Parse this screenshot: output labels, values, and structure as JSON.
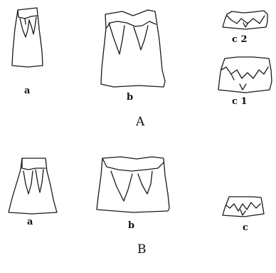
{
  "figure": {
    "group_a": {
      "label": "A",
      "items": [
        {
          "id": "a",
          "label": "a"
        },
        {
          "id": "b",
          "label": "b"
        },
        {
          "id": "c2",
          "label": "c 2"
        },
        {
          "id": "c1",
          "label": "c 1"
        }
      ]
    },
    "group_b": {
      "label": "B",
      "items": [
        {
          "id": "a",
          "label": "a"
        },
        {
          "id": "b",
          "label": "b"
        },
        {
          "id": "c",
          "label": "c"
        }
      ]
    }
  }
}
